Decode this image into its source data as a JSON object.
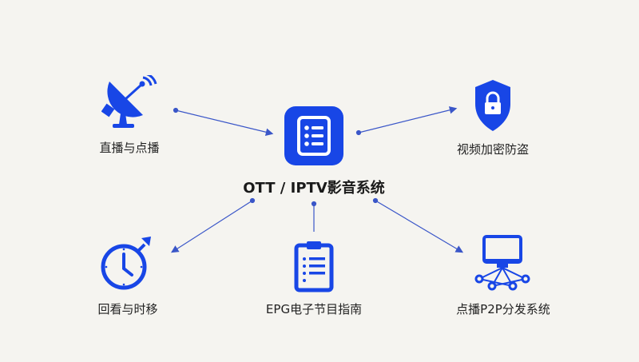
{
  "colors": {
    "accent": "#1846e6",
    "line": "#3a56c8",
    "background": "#f5f4f0"
  },
  "center": {
    "label": "OTT / IPTV影音系统",
    "icon": "list-document-icon"
  },
  "nodes": [
    {
      "label": "直播与点播",
      "icon": "satellite-dish-icon"
    },
    {
      "label": "视频加密防盗",
      "icon": "shield-lock-icon"
    },
    {
      "label": "回看与时移",
      "icon": "stopwatch-icon"
    },
    {
      "label": "EPG电子节目指南",
      "icon": "clipboard-list-icon"
    },
    {
      "label": "点播P2P分发系统",
      "icon": "monitor-network-icon"
    }
  ]
}
